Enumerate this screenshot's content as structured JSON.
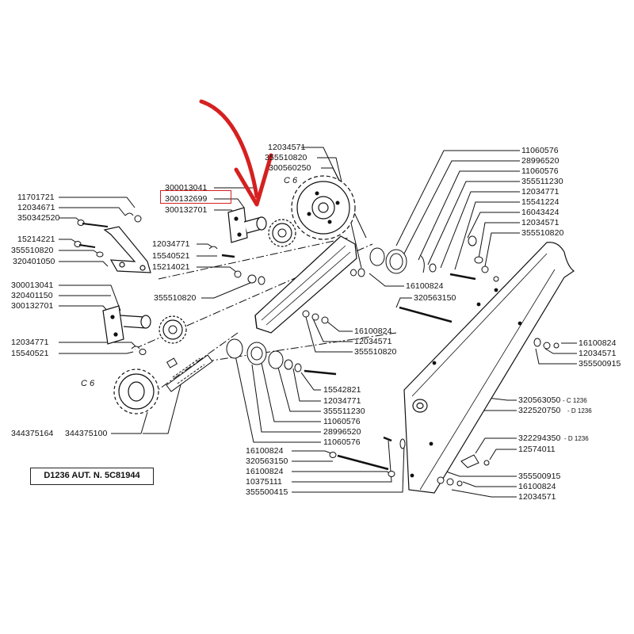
{
  "reference_box": "D1236  AUT. N. 5C81944",
  "group_label": "C 6",
  "highlighted_part": "300132699",
  "highlight_color": "#d62020",
  "arrow_color": "#d62020",
  "labels": [
    "11701721",
    "12034671",
    "350342520",
    "15214221",
    "355510820",
    "320401050",
    "300013041",
    "300132699",
    "300132701",
    "12034771",
    "15540521",
    "15214021",
    "355510820",
    "300013041",
    "320401150",
    "300132701",
    "12034771",
    "15540521",
    "344375164",
    "344375100",
    "12034571",
    "355510820",
    "300560250",
    "11060576",
    "28996520",
    "11060576",
    "355511230",
    "12034771",
    "15541224",
    "16043424",
    "12034571",
    "355510820",
    "16100824",
    "320563150",
    "16100824",
    "12034571",
    "355510820",
    "15542821",
    "12034771",
    "355511230",
    "11060576",
    "28996520",
    "11060576",
    "16100824",
    "320563150",
    "16100824",
    "10375111",
    "355500415",
    "16100824",
    "12034571",
    "355500915",
    "320563050",
    "322520750",
    "322294350",
    "12574011",
    "355500915",
    "16100824",
    "12034571"
  ],
  "suffixes": [
    "- C 1236",
    "- D 1236",
    "- D 1236"
  ]
}
